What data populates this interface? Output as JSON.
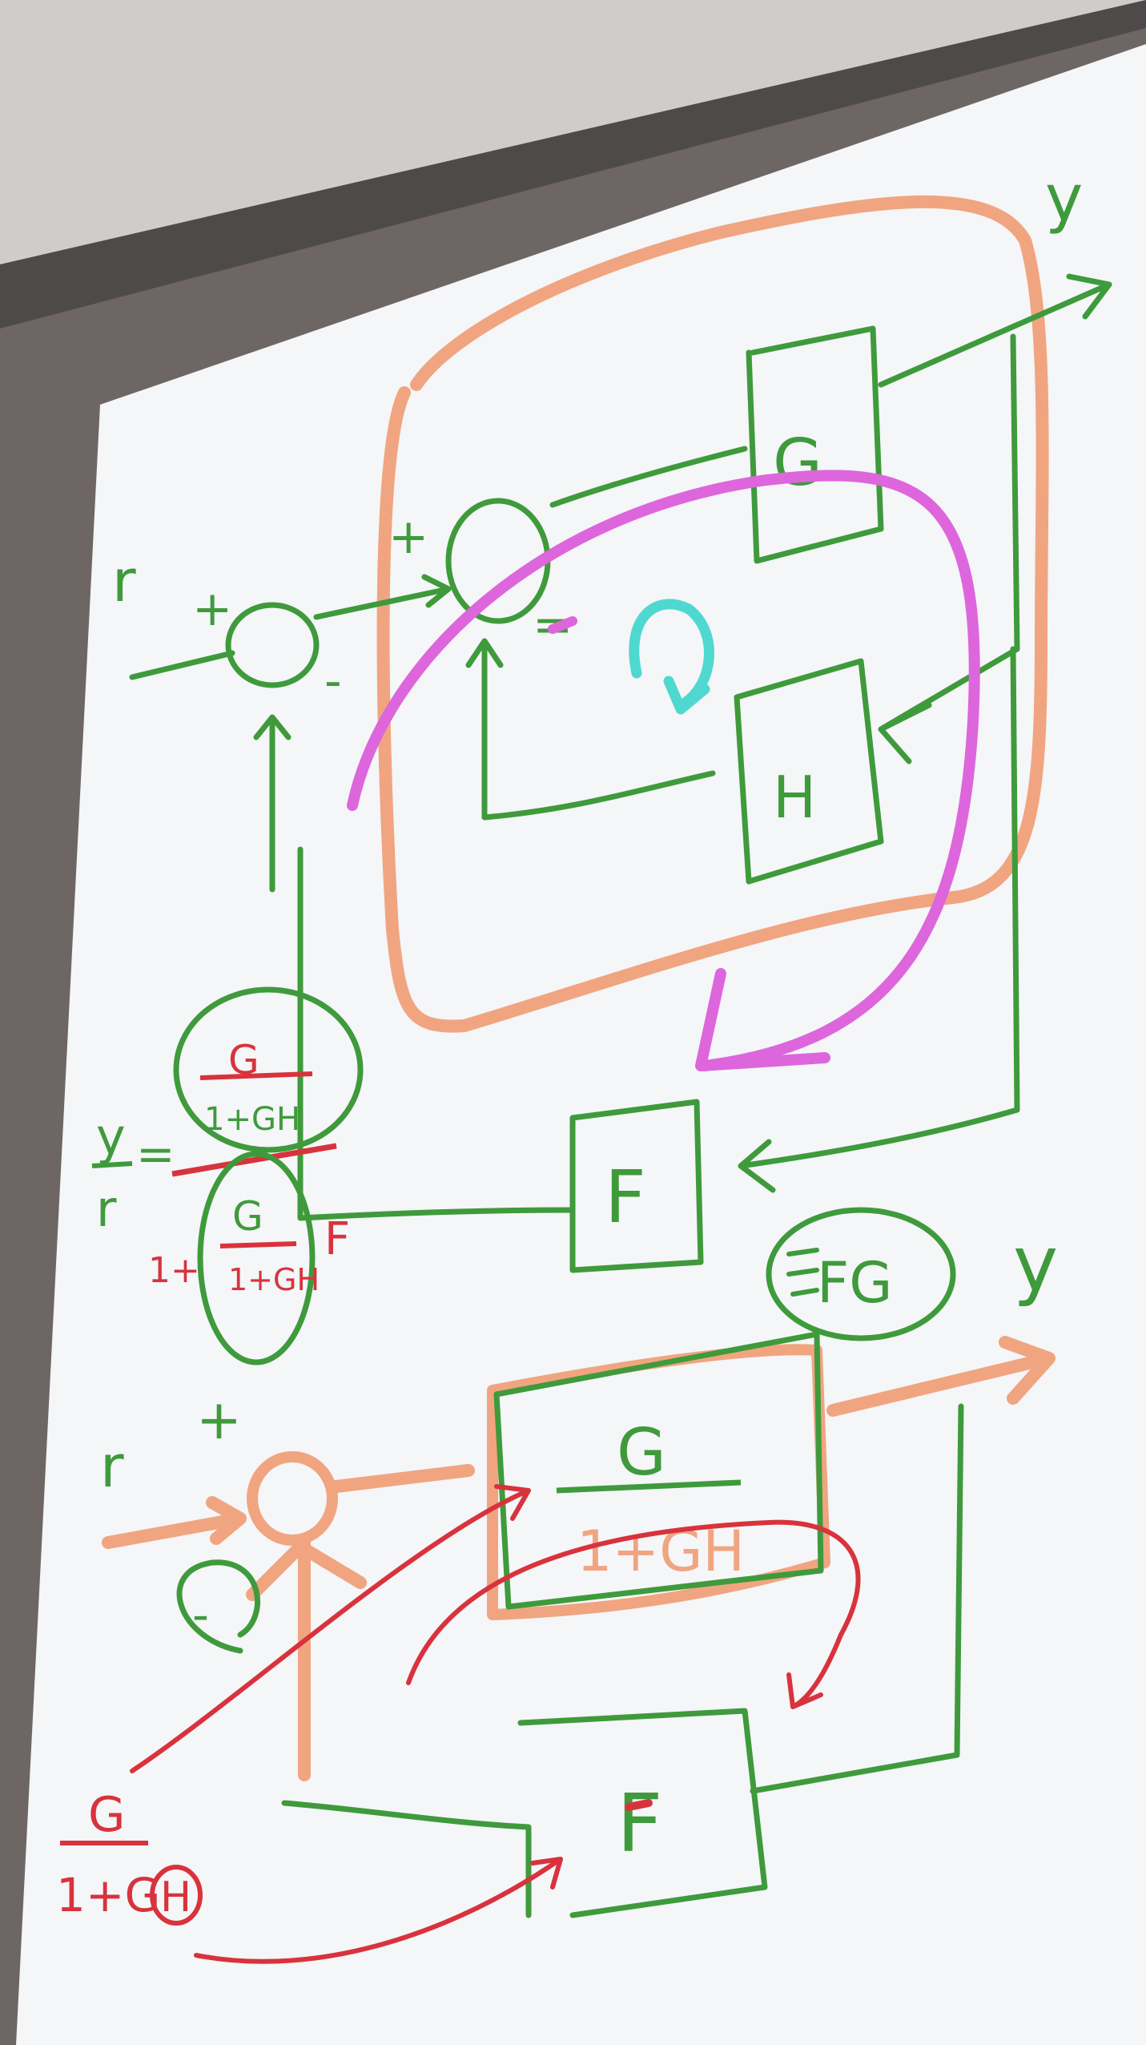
{
  "photo": {
    "subject": "projector-screen-whiteboard",
    "colors": {
      "ceiling": "#cfcdcb",
      "wall": "#6e6664",
      "screen": "#f4f6f8",
      "green": "#3f9a3c",
      "orange": "#f0a580",
      "magenta": "#dd66dd",
      "cyan": "#4fd8d0",
      "red": "#d8333d"
    }
  },
  "diagram": {
    "top": {
      "input_label": "r",
      "output_label": "y",
      "plus_sign_1": "+",
      "minus_sign_1": "-",
      "plus_sign_2": "+",
      "minus_sign_2": "=",
      "block_g": "G",
      "block_h": "H",
      "block_f": "F"
    },
    "equation": {
      "lhs_num": "y",
      "lhs_den": "r",
      "eq": "=",
      "num_top": "G",
      "num_bot": "1+GH",
      "den_prefix": "1+",
      "den_top": "G",
      "den_bot": "1+GH",
      "den_suffix": "F",
      "efg_label": "FG"
    },
    "bottom": {
      "input_label": "r",
      "output_label": "y",
      "plus_sign": "+",
      "minus_sign": "-",
      "block_top": "G",
      "block_bot": "1+GH",
      "block_f": "F",
      "moved_num": "G",
      "moved_den": "1+G",
      "moved_den_circled": "H"
    }
  }
}
